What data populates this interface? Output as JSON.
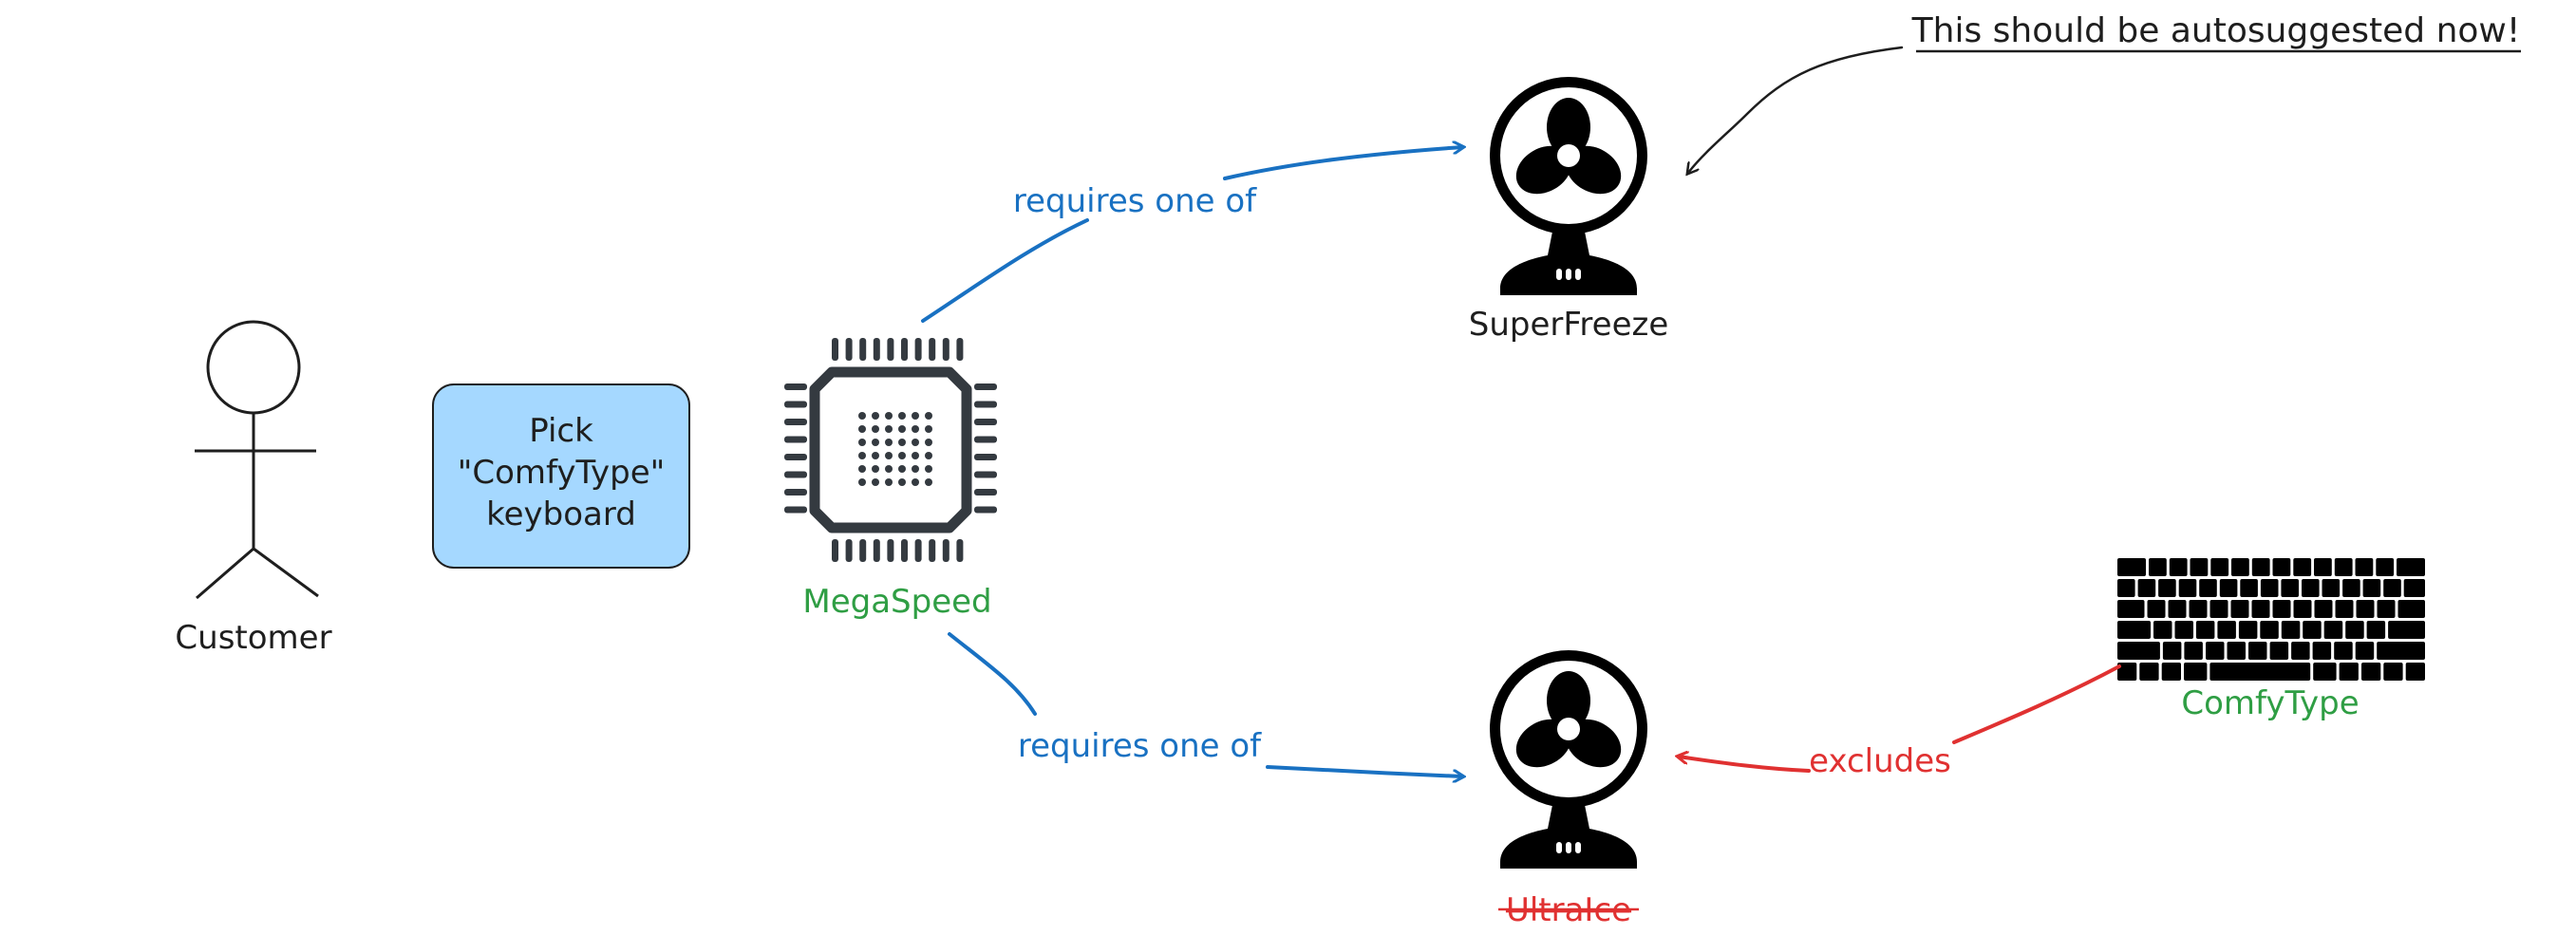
{
  "actor": {
    "label": "Customer"
  },
  "action_box": {
    "line1": "Pick",
    "line2": "\"ComfyType\"",
    "line3": "keyboard",
    "fill": "#a5d8ff",
    "stroke": "#1e1e1e"
  },
  "nodes": {
    "megaspeed": {
      "label": "MegaSpeed",
      "icon": "cpu-chip-icon",
      "color": "#2f9e44"
    },
    "superfreeze": {
      "label": "SuperFreeze",
      "icon": "fan-icon",
      "color": "#1e1e1e"
    },
    "ultraice": {
      "label": "UltraIce",
      "icon": "fan-icon",
      "color": "#e03131",
      "strikethrough": true
    },
    "comfytype": {
      "label": "ComfyType",
      "icon": "keyboard-icon",
      "color": "#2f9e44"
    }
  },
  "edges": {
    "requires_top": {
      "label": "requires one of",
      "color": "#1971c2"
    },
    "requires_bottom": {
      "label": "requires one of",
      "color": "#1971c2"
    },
    "excludes": {
      "label": "excludes",
      "color": "#e03131"
    }
  },
  "annotation": {
    "text": "This should be autosuggested now!",
    "color": "#1e1e1e"
  }
}
